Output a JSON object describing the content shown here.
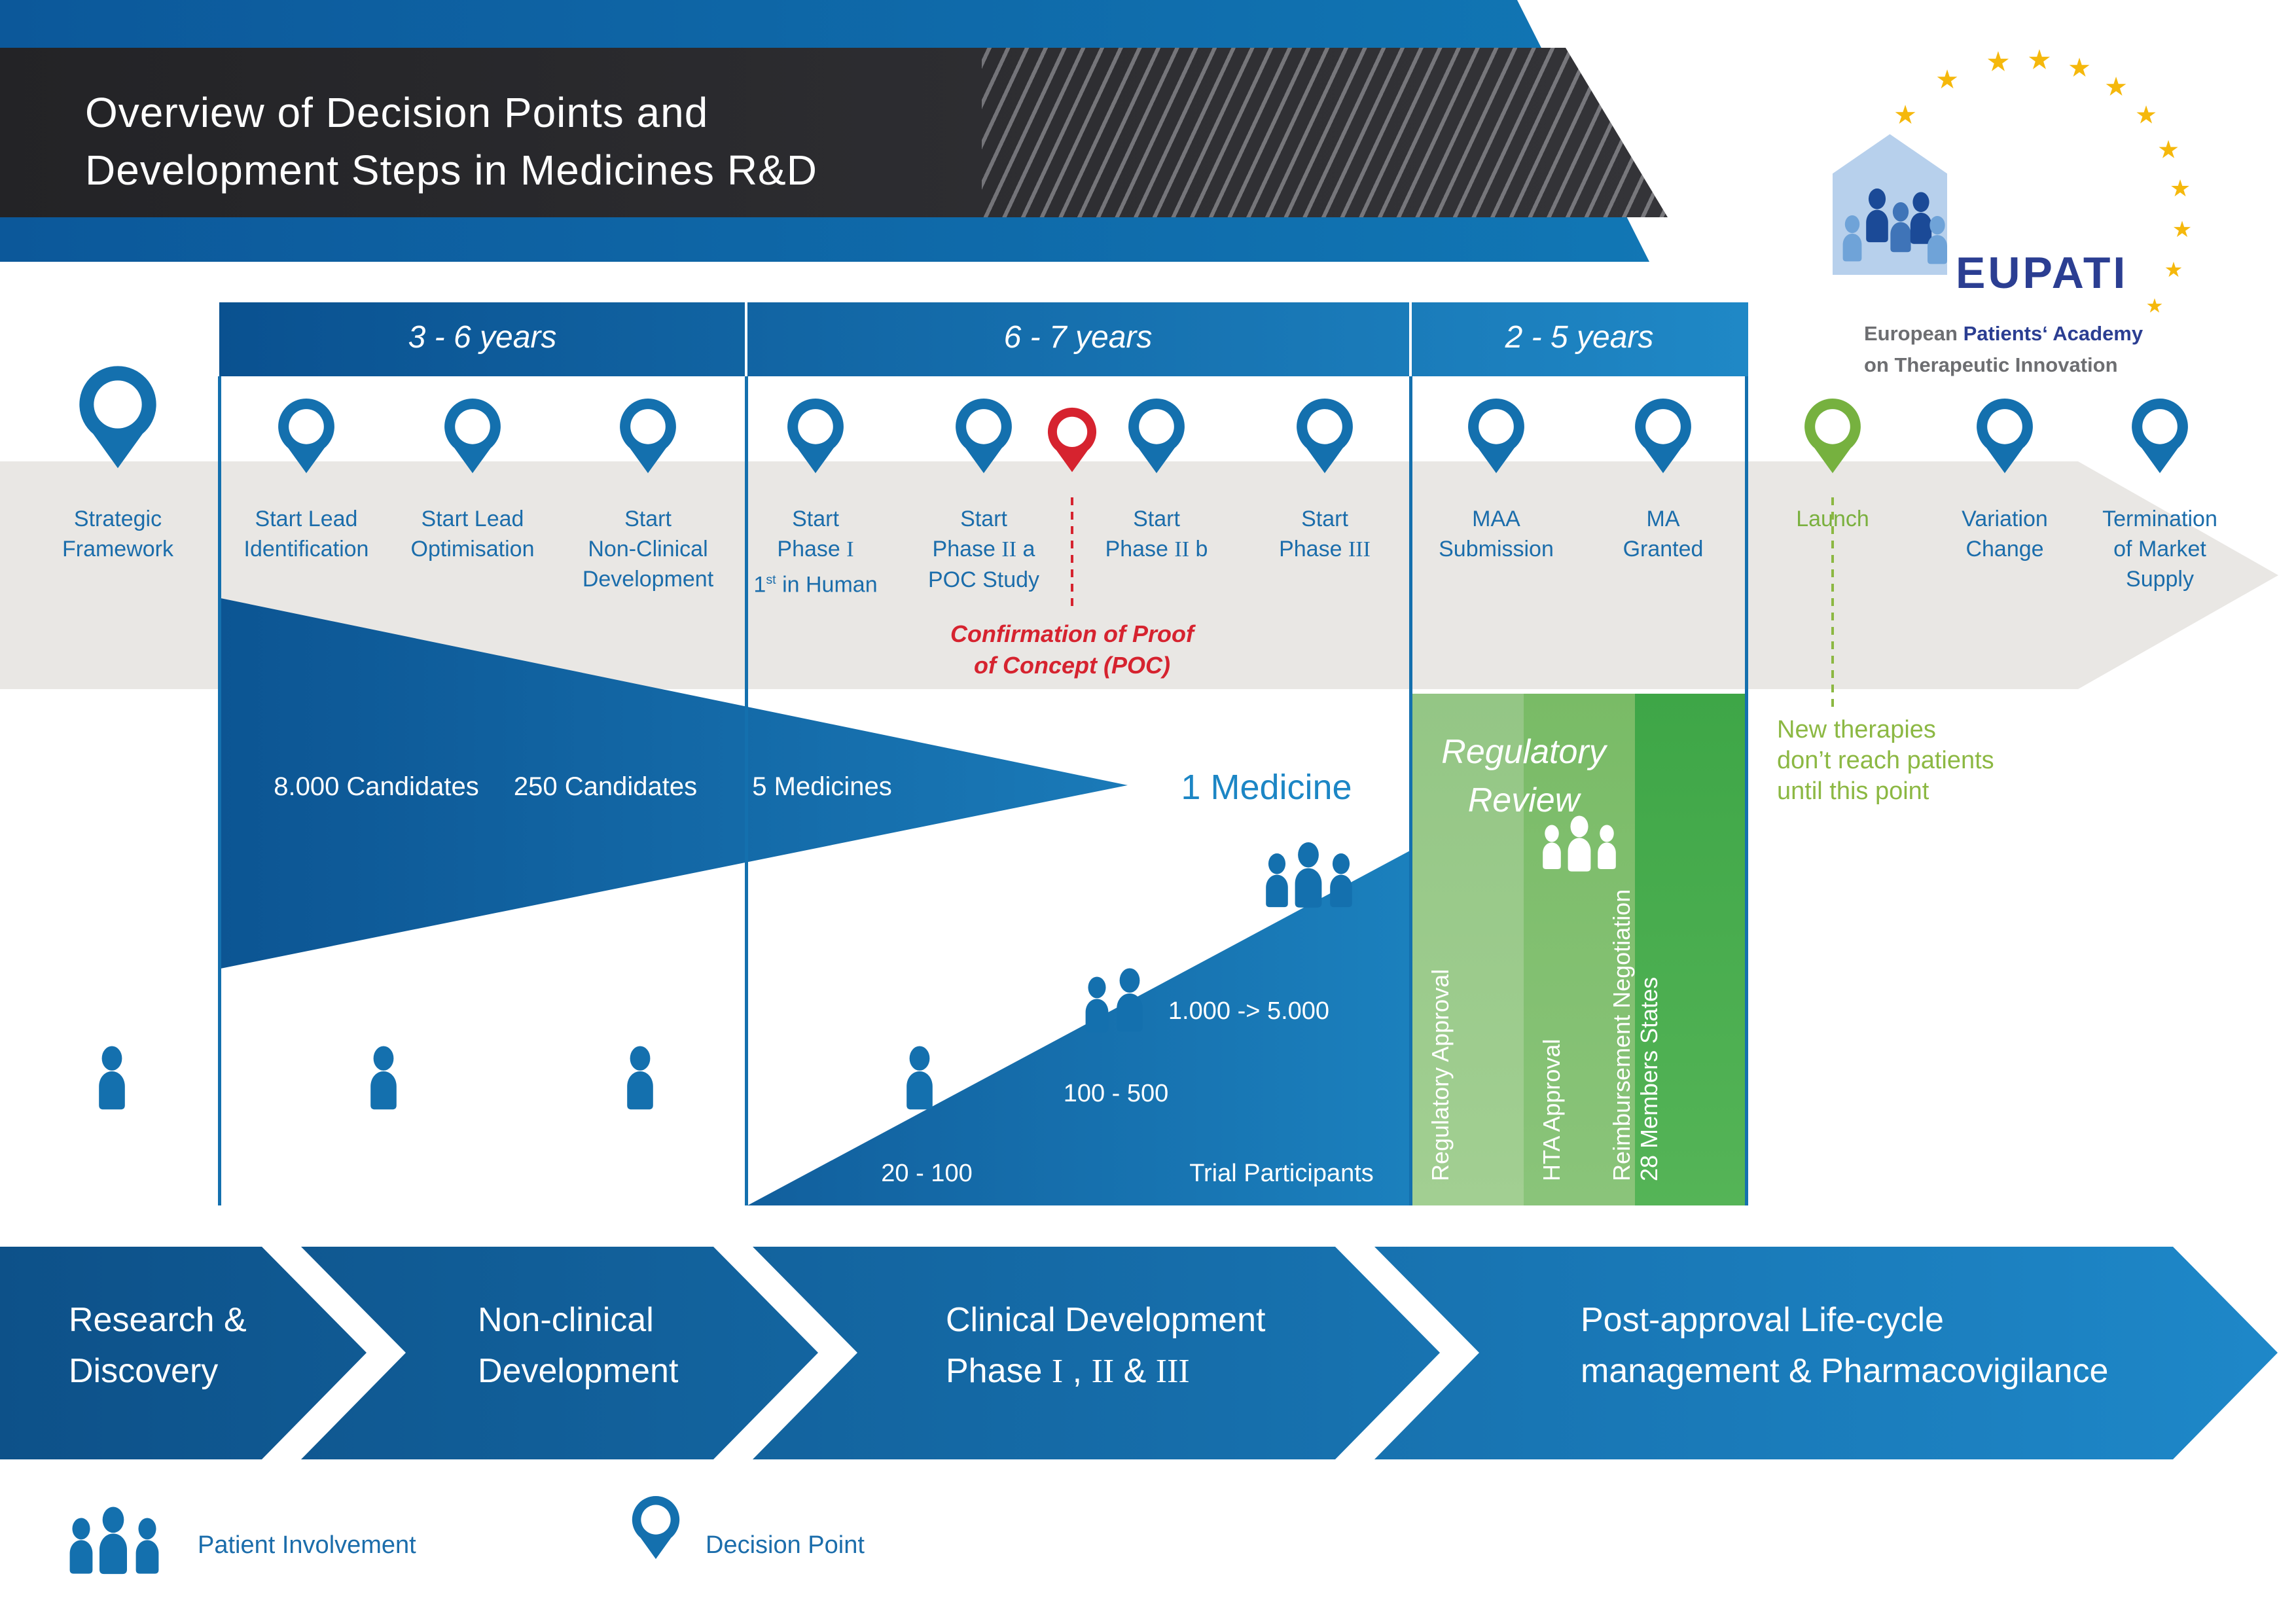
{
  "header": {
    "title_line1": "Overview of Decision Points and",
    "title_line2": "Development Steps in Medicines R&D"
  },
  "logo": {
    "acronym": "EUPATI",
    "sub1_gray": "European ",
    "sub1_blue": "Patients‘ Academy",
    "sub2": "on Therapeutic Innovation"
  },
  "periods": [
    "3 - 6 years",
    "6 - 7 years",
    "2 - 5 years"
  ],
  "milestones": {
    "strategic": [
      "Strategic",
      "Framework"
    ],
    "lead_id": [
      "Start Lead",
      "Identification"
    ],
    "lead_opt": [
      "Start Lead",
      "Optimisation"
    ],
    "nonclinical": [
      "Start",
      "Non-Clinical",
      "Development"
    ],
    "phase1": {
      "l1": "Start",
      "l2a": "Phase ",
      "l2r": "I",
      "l3a": "1",
      "l3sup": "st",
      "l3b": " in Human"
    },
    "phase2a": {
      "l1": "Start",
      "l2a": "Phase ",
      "l2r": "II",
      "l2b": " a",
      "l3": "POC Study"
    },
    "phase2b": {
      "l1": "Start",
      "l2a": "Phase ",
      "l2r": "II",
      "l2b": " b"
    },
    "phase3": {
      "l1": "Start",
      "l2a": "Phase ",
      "l2r": "III"
    },
    "maa": [
      "MAA",
      "Submission"
    ],
    "ma": [
      "MA",
      "Granted"
    ],
    "launch": "Launch",
    "variation": [
      "Variation",
      "Change"
    ],
    "termination": [
      "Termination",
      "of Market",
      "Supply"
    ]
  },
  "poc_note": [
    "Confirmation of Proof",
    "of Concept (POC)"
  ],
  "launch_note": [
    "New therapies",
    "don’t reach patients",
    "until this point"
  ],
  "funnel": {
    "stages": [
      "8.000 Candidates",
      "250 Candidates",
      "5 Medicines"
    ],
    "result": "1 Medicine"
  },
  "participants": {
    "v1": "20 - 100",
    "v2": "100 - 500",
    "v3": "1.000 -> 5.000",
    "label": "Trial Participants"
  },
  "regulatory": {
    "title1": "Regulatory",
    "title2": "Review",
    "col1": "Regulatory Approval",
    "col2": "HTA Approval",
    "col3a": "Reimbursement Negotiation",
    "col3b": "28 Members States"
  },
  "chevrons": {
    "c1": [
      "Research &",
      "Discovery"
    ],
    "c2": [
      "Non-clinical",
      "Development"
    ],
    "c3": {
      "l1": "Clinical Development",
      "pre": "Phase ",
      "r1": "I",
      "sep": " , ",
      "r2": "II",
      "amp": " & ",
      "r3": "III"
    },
    "c4": [
      "Post-approval Life-cycle",
      "management & Pharmacovigilance"
    ]
  },
  "legend": {
    "patient": "Patient Involvement",
    "decision": "Decision Point"
  },
  "colors": {
    "primary_blue": "#1470ae",
    "dark_banner": "#2e2e31",
    "band_gradient_start": "#0a5190",
    "band_gradient_end": "#1f88c6",
    "label_blue": "#1b6dab",
    "red": "#d6232f",
    "launch_green": "#76b13f",
    "note_green": "#8cb843",
    "gray_band": "#e9e7e4",
    "green_col_light": "#9aca88",
    "green_col_mid": "#7cbd68",
    "green_col_dark": "#44aa4a",
    "medicine_blue": "#1c86c5",
    "logo_navy": "#2b3e92",
    "star_yellow": "#f5b80c"
  }
}
